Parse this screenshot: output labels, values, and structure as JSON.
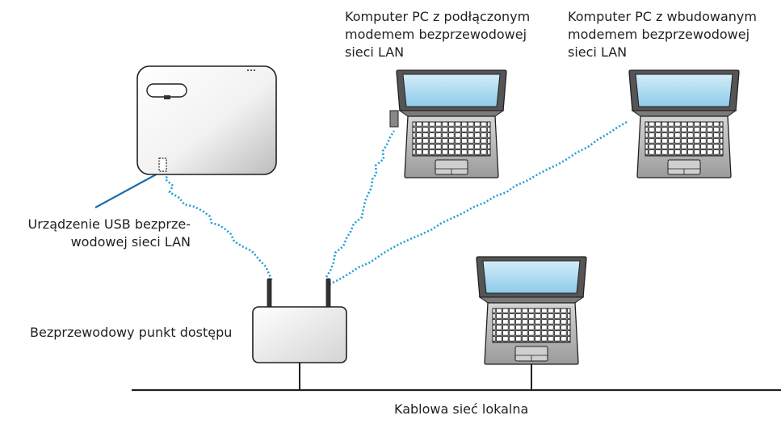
{
  "labels": {
    "pc_dongle": [
      "Komputer PC z podłączonym",
      "modemem bezprzewodowej",
      "sieci LAN"
    ],
    "pc_builtin": [
      "Komputer PC z wbudowanym",
      "modemem bezprzewodowej",
      "sieci LAN"
    ],
    "usb_device": [
      "Urządzenie USB bezprze-",
      "wodowej sieci LAN"
    ],
    "access_point": "Bezprzewodowy punkt dostępu",
    "wired_lan": "Kablowa sieć lokalna"
  },
  "colors": {
    "wireless_link": "#1e9fd6",
    "pointer_line": "#1b6bb0",
    "outline": "#231f20",
    "laptop_screen": "#a9d8ef",
    "device_fill": "#eeeeee"
  }
}
